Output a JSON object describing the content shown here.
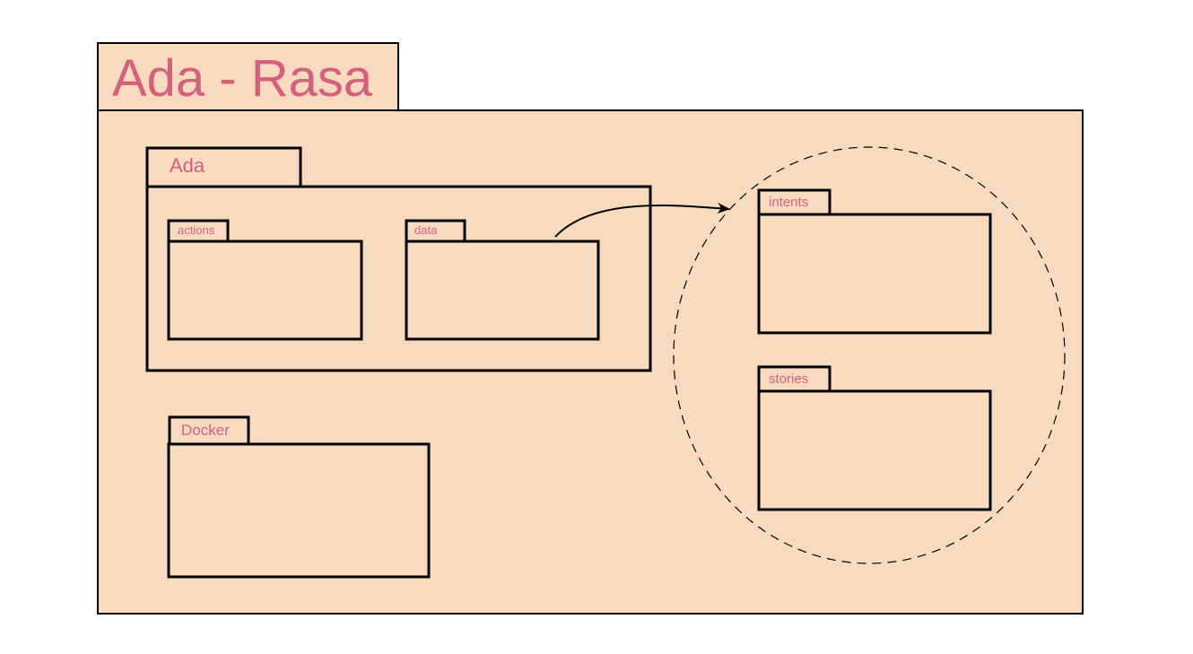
{
  "colors": {
    "fill": "#f8dbbf",
    "stroke": "#000000",
    "label": "#d4607e"
  },
  "packages": {
    "root": {
      "label": "Ada - Rasa"
    },
    "ada": {
      "label": "Ada"
    },
    "actions": {
      "label": "actions"
    },
    "data": {
      "label": "data"
    },
    "docker": {
      "label": "Docker"
    },
    "intents": {
      "label": "intents"
    },
    "stories": {
      "label": "stories"
    }
  },
  "connectors": {
    "data_to_group": {
      "kind": "arrow"
    },
    "rasa_group": {
      "kind": "dashed-ellipse"
    }
  }
}
